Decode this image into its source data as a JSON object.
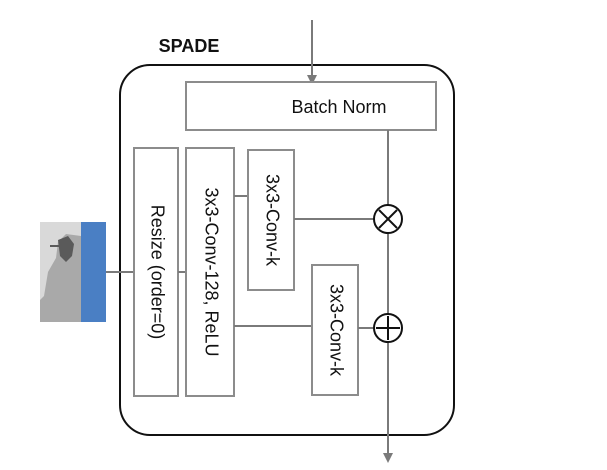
{
  "diagram": {
    "title": "SPADE",
    "blocks": {
      "batch_norm": "Batch Norm",
      "resize": "Resize (order=0)",
      "conv128": "3x3-Conv-128, ReLU",
      "conv_k_top": "3x3-Conv-k",
      "conv_k_bottom": "3x3-Conv-k"
    },
    "operators": {
      "multiply": "multiply",
      "add": "add"
    }
  },
  "colors": {
    "line": "#7a7a7a",
    "box_border": "#8c8c8c",
    "outer_border": "#111111",
    "seg_blue": "#4a7fc4",
    "seg_gray": "#a9a9a9",
    "seg_light": "#d9d9d9",
    "seg_dark": "#5a5a5a"
  }
}
